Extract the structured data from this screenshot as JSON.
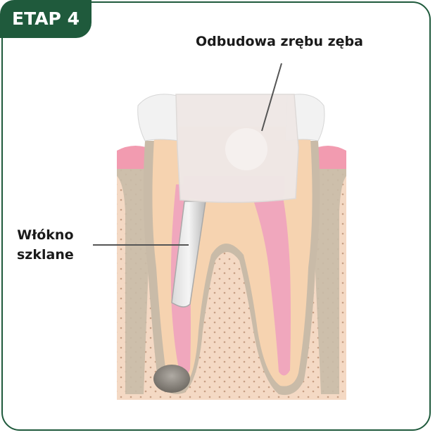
{
  "badge": {
    "text": "ETAP 4"
  },
  "labels": {
    "reconstruction": "Odbudowa zrębu zęba",
    "fiber_line1": "Włókno",
    "fiber_line2": "szklane"
  },
  "colors": {
    "frame": "#1f5a3c",
    "bone": "#f4d9c4",
    "gum": "#c9bba8",
    "gum_pink": "#f29bb0",
    "dentin": "#f6d3b0",
    "pulp": "#f0a7bd",
    "enamel": "#f2f2f2",
    "reconstruction": "#efe8e6",
    "fiber": "#c8c8c8",
    "lesion": "#8f8a82"
  }
}
